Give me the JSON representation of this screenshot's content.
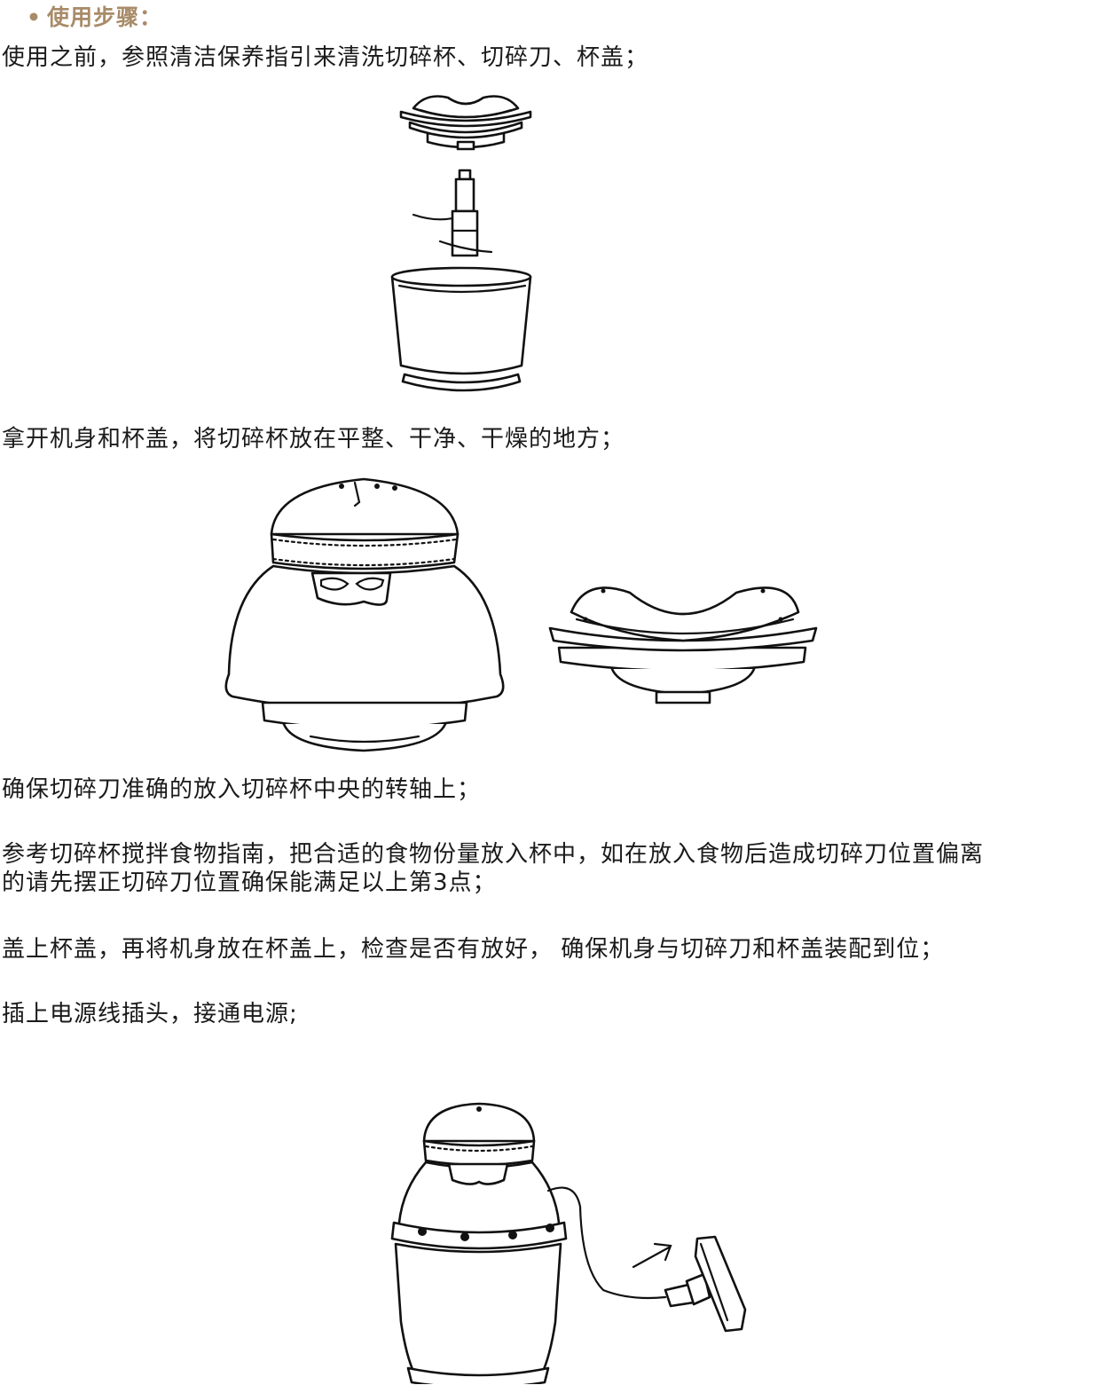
{
  "section": {
    "bullet": "•",
    "title": "使用步骤："
  },
  "steps": [
    "使用之前，参照清洁保养指引来清洗切碎杯、切碎刀、杯盖；",
    "拿开机身和杯盖，将切碎杯放在平整、干净、干燥的地方；",
    "确保切碎刀准确的放入切碎杯中央的转轴上；",
    "参考切碎杯搅拌食物指南，把合适的食物份量放入杯中，如在放入食物后造成切碎刀位置偏离",
    "的请先摆正切碎刀位置确保能满足以上第3点；",
    "盖上杯盖，再将机身放在杯盖上，检查是否有放好， 确保机身与切碎刀和杯盖装配到位；",
    "插上电源线插头，接通电源;"
  ],
  "colors": {
    "accent": "#a88b68",
    "text": "#1a1a1a",
    "line": "#111111"
  }
}
